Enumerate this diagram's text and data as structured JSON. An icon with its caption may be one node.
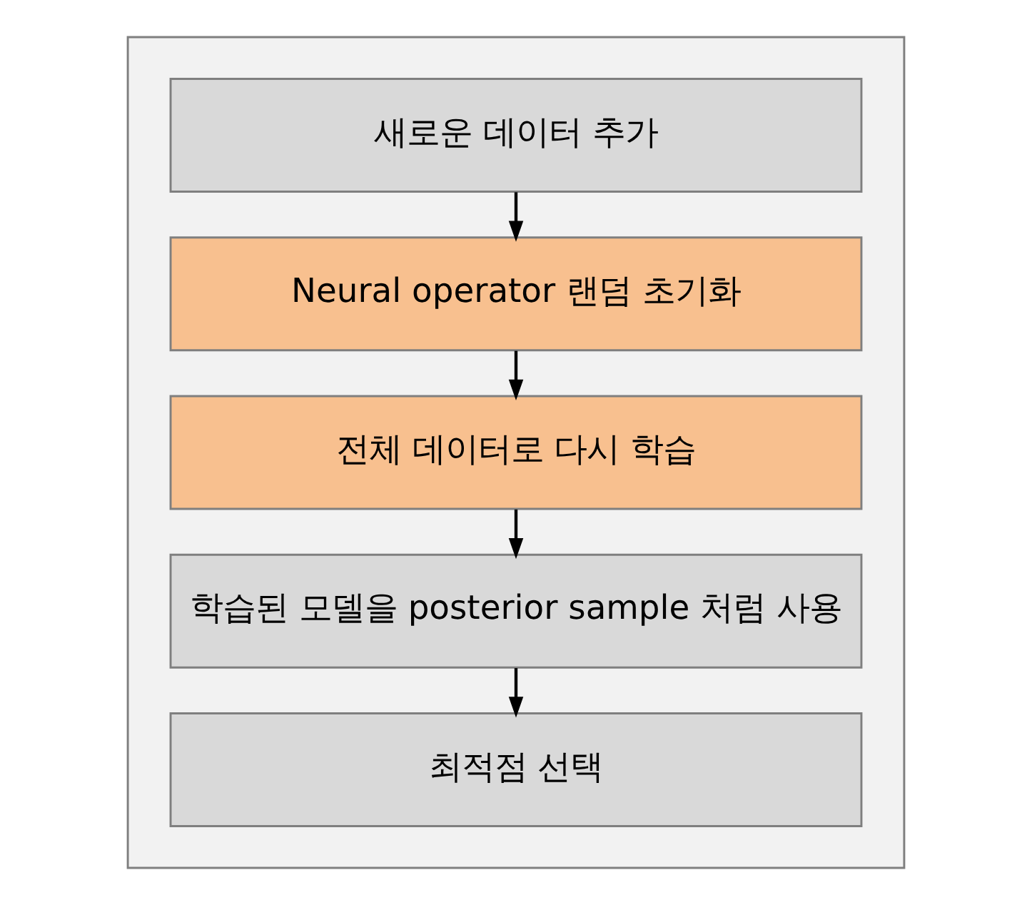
{
  "diagram": {
    "nodes": [
      {
        "text": [],
        "shape": "box"
      },
      {
        "text": [
          "새로운 데이터 추가"
        ],
        "in": 0
      },
      {
        "text": [
          "Neural operator 랜덤 초기화"
        ],
        "in": 0
      },
      {
        "text": [
          "전체 데이터로 다시 학습"
        ],
        "in": 0
      },
      {
        "text": [
          "학습된 모델을 posterior sample 처럼 사용"
        ],
        "in": 0
      },
      {
        "text": [
          "최적점 선택"
        ],
        "in": 0
      }
    ],
    "edges": [
      {
        "from": 1,
        "to": 2,
        "arrow": "to"
      },
      {
        "from": 2,
        "to": 3,
        "arrow": "to"
      },
      {
        "from": 3,
        "to": 4,
        "arrow": "to"
      },
      {
        "from": 4,
        "to": 5,
        "arrow": "to"
      }
    ]
  }
}
